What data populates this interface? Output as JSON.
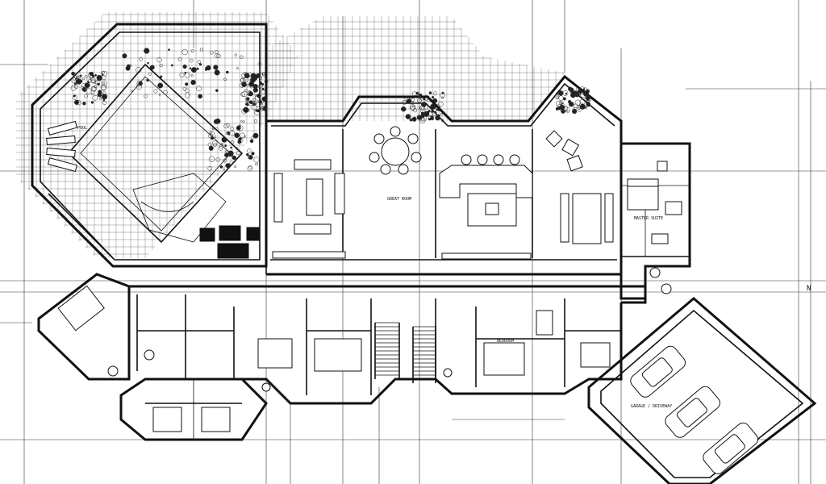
{
  "drawing": {
    "type": "architectural floor plan",
    "colors": {
      "line": "#111111",
      "background": "#ffffff",
      "hatch": "#555555"
    }
  },
  "room_labels": {
    "garage": "GARAGE / DRIVEWAY",
    "great_room": "GREAT ROOM",
    "master_suite": "MASTER SUITE",
    "bedroom": "BEDROOM",
    "pool": "POOL"
  },
  "north_marker": "N"
}
